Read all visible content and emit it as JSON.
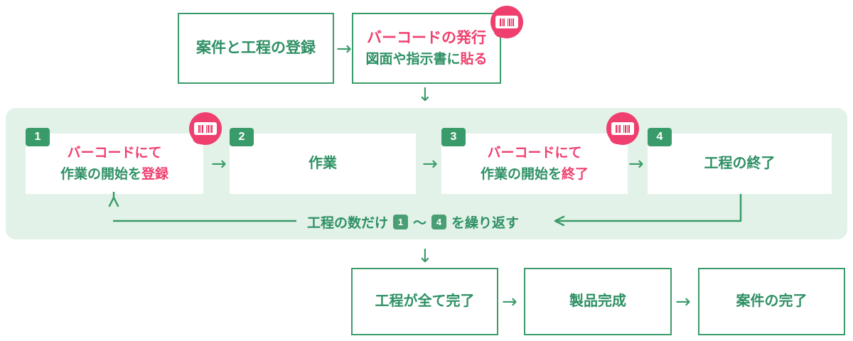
{
  "colors": {
    "green": "#2e9064",
    "green_border": "#3a9b6a",
    "panel_bg": "#e3f2e8",
    "pink": "#ef3f6e",
    "white": "#ffffff"
  },
  "top_row": {
    "box1": {
      "text": "案件と工程の登録"
    },
    "arrow": "→",
    "box2": {
      "line1": "バーコードの発行",
      "line2_a": "図面や指示書に",
      "line2_b": "貼る",
      "badge": "barcode-badge-icon"
    }
  },
  "connector_down_1": "↓",
  "panel": {
    "steps": [
      {
        "number": "1",
        "line1": "バーコードにて",
        "line2_a": "作業の開始を",
        "line2_b": "登録",
        "has_barcode_badge": true
      },
      {
        "number": "2",
        "line1": "作業",
        "line2_a": "",
        "line2_b": "",
        "has_barcode_badge": false
      },
      {
        "number": "3",
        "line1": "バーコードにて",
        "line2_a": "作業の開始を",
        "line2_b": "終了",
        "has_barcode_badge": true
      },
      {
        "number": "4",
        "line1": "工程の終了",
        "line2_a": "",
        "line2_b": "",
        "has_barcode_badge": false
      }
    ],
    "step_arrows": [
      "→",
      "→",
      "→"
    ],
    "loop": {
      "label_prefix": "工程の数だけ",
      "badge_from": "1",
      "tilde": "～",
      "badge_to": "4",
      "label_suffix": "を繰り返す",
      "arrow_left": "←",
      "arrow_up": "↑"
    }
  },
  "connector_down_2": "↓",
  "bottom_row": {
    "box1": {
      "text": "工程が全て完了"
    },
    "arrow1": "→",
    "box2": {
      "text": "製品完成"
    },
    "arrow2": "→",
    "box3": {
      "text": "案件の完了"
    }
  }
}
